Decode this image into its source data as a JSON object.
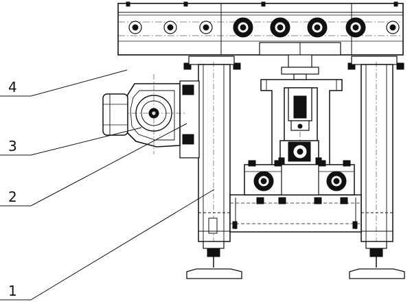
{
  "diagram": {
    "callouts": [
      {
        "id": "4",
        "label": "4"
      },
      {
        "id": "3",
        "label": "3"
      },
      {
        "id": "2",
        "label": "2"
      },
      {
        "id": "1",
        "label": "1"
      }
    ],
    "colors": {
      "line": "#111111",
      "background": "#ffffff"
    }
  }
}
